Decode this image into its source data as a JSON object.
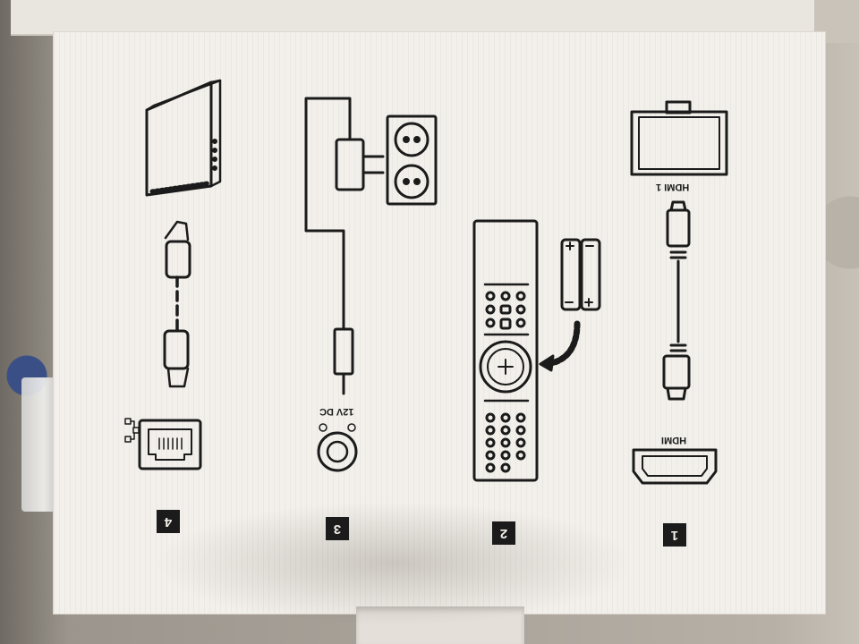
{
  "steps": [
    {
      "number": "1",
      "labels": [
        "HDMI",
        "HDMI 1"
      ]
    },
    {
      "number": "2",
      "labels": []
    },
    {
      "number": "3",
      "labels": [
        "12V DC"
      ]
    },
    {
      "number": "4",
      "labels": []
    }
  ],
  "icons": [
    "tv-icon",
    "hdmi-cable-icon",
    "hdmi-port-icon",
    "batteries-icon",
    "remote-control-icon",
    "wall-socket-icon",
    "power-adapter-icon",
    "dc-jack-icon",
    "router-icon",
    "ethernet-cable-icon",
    "ethernet-port-icon"
  ],
  "colors": {
    "ink": "#1b1b1b",
    "cardboard": "#f3f0eb"
  }
}
